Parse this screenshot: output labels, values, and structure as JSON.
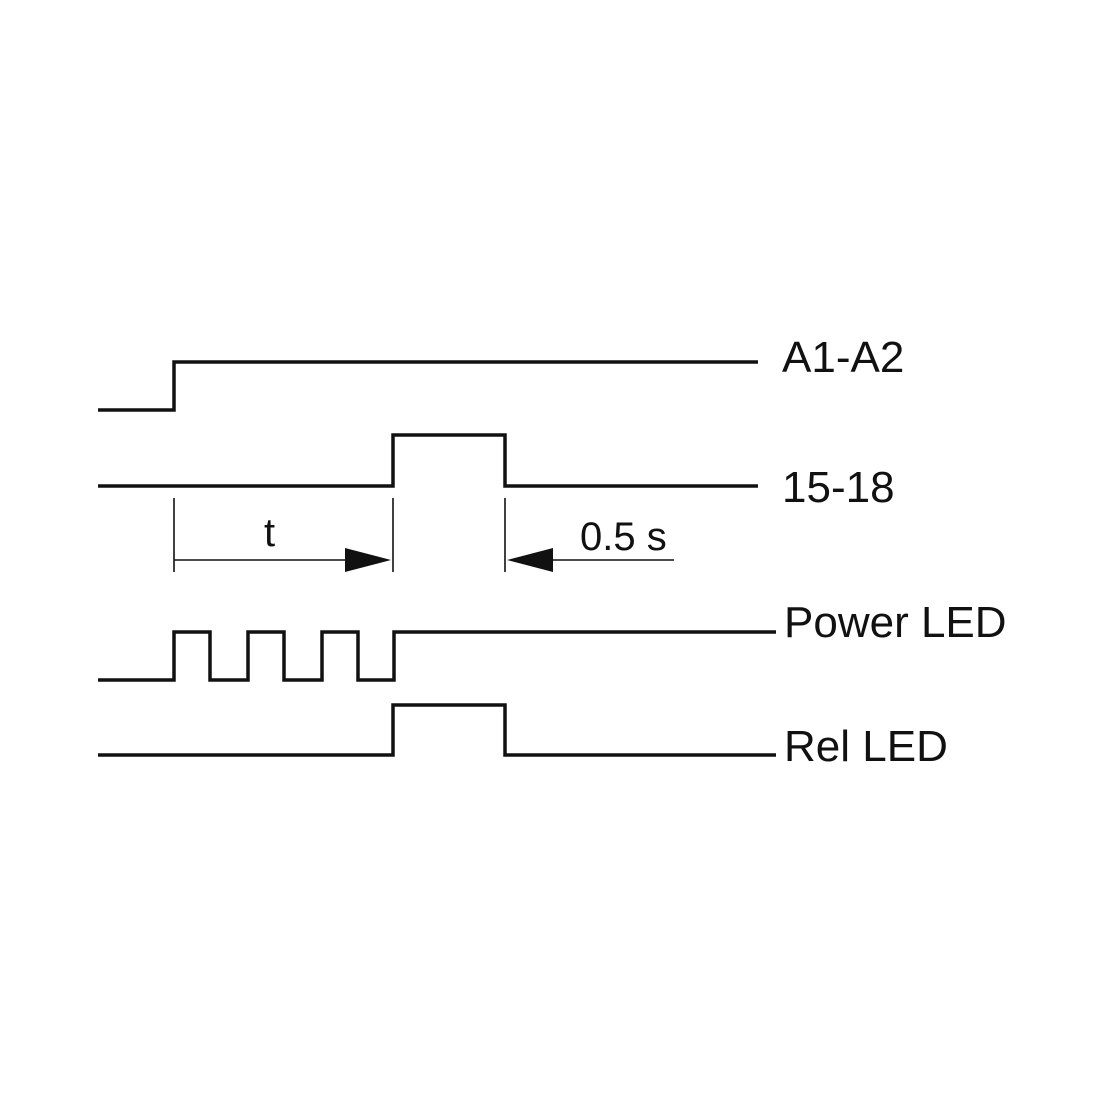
{
  "signals": [
    {
      "id": "a1-a2",
      "label": "A1-A2"
    },
    {
      "id": "15-18",
      "label": "15-18"
    },
    {
      "id": "power-led",
      "label": "Power LED"
    },
    {
      "id": "rel-led",
      "label": "Rel LED"
    }
  ],
  "dimensions": {
    "t_label": "t",
    "pulse_label": "0.5 s"
  },
  "colors": {
    "line": "#111111",
    "background": "#ffffff"
  }
}
